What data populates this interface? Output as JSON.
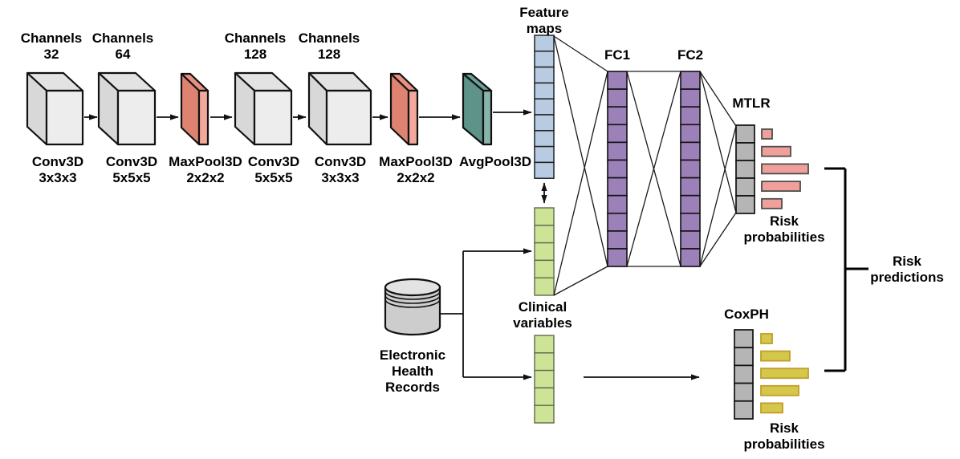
{
  "palette": {
    "bg": "#ffffff",
    "cube-front": "#ededed",
    "cube-top": "#e3e3e3",
    "cube-side": "#d8d8d8",
    "pool-front": "#f2a99b",
    "pool-top": "#e89180",
    "pool-side": "#de8271",
    "avg-front": "#8ab3a9",
    "avg-top": "#6ba195",
    "avg-side": "#5e938a",
    "feature-cell": "#b7cbe3",
    "clinical-cell": "#cfe397",
    "fc-cell": "#9c80b8",
    "out-cell": "#b5b5b5",
    "mtlr-bar": "#f0a09a",
    "mtlr-bar-border": "#4d4d4d",
    "cox-bar": "#d4c84b",
    "cox-bar-border": "#c49b2a",
    "cyl-body": "#cdcdcd",
    "cyl-top": "#e3e3e3"
  },
  "backbone": {
    "channel_labels": [
      {
        "l1": "Channels",
        "l2": "32"
      },
      {
        "l1": "Channels",
        "l2": "64"
      },
      {
        "l1": "Channels",
        "l2": "128"
      },
      {
        "l1": "Channels",
        "l2": "128"
      }
    ],
    "op_labels": [
      {
        "l1": "Conv3D",
        "l2": "3x3x3"
      },
      {
        "l1": "Conv3D",
        "l2": "5x5x5"
      },
      {
        "l1": "MaxPool3D",
        "l2": "2x2x2"
      },
      {
        "l1": "Conv3D",
        "l2": "5x5x5"
      },
      {
        "l1": "Conv3D",
        "l2": "3x3x3"
      },
      {
        "l1": "MaxPool3D",
        "l2": "2x2x2"
      },
      {
        "l1": "AvgPool3D",
        "l2": ""
      }
    ]
  },
  "labels": {
    "feature_maps": {
      "l1": "Feature",
      "l2": "maps"
    },
    "fc1": "FC1",
    "fc2": "FC2",
    "mtlr": "MTLR",
    "coxph": "CoxPH",
    "clinical": {
      "l1": "Clinical",
      "l2": "variables"
    },
    "ehr": {
      "l1": "Electronic",
      "l2": "Health",
      "l3": "Records"
    },
    "mtlr_risk": {
      "l1": "Risk",
      "l2": "probabilities"
    },
    "cox_risk": {
      "l1": "Risk",
      "l2": "probabilities"
    },
    "risk_predictions": {
      "l1": "Risk",
      "l2": "predictions"
    }
  },
  "stacks": {
    "feature_maps": {
      "cells": 9
    },
    "clinical_top": {
      "cells": 5
    },
    "clinical_bottom": {
      "cells": 5
    },
    "fc1": {
      "cells": 11
    },
    "fc2": {
      "cells": 11
    },
    "mtlr": {
      "cells": 5
    },
    "coxph": {
      "cells": 5
    }
  },
  "bars": {
    "mtlr": {
      "widths": [
        13,
        36,
        58,
        48,
        25
      ]
    },
    "coxph": {
      "widths": [
        14,
        36,
        59,
        47,
        27
      ]
    }
  }
}
